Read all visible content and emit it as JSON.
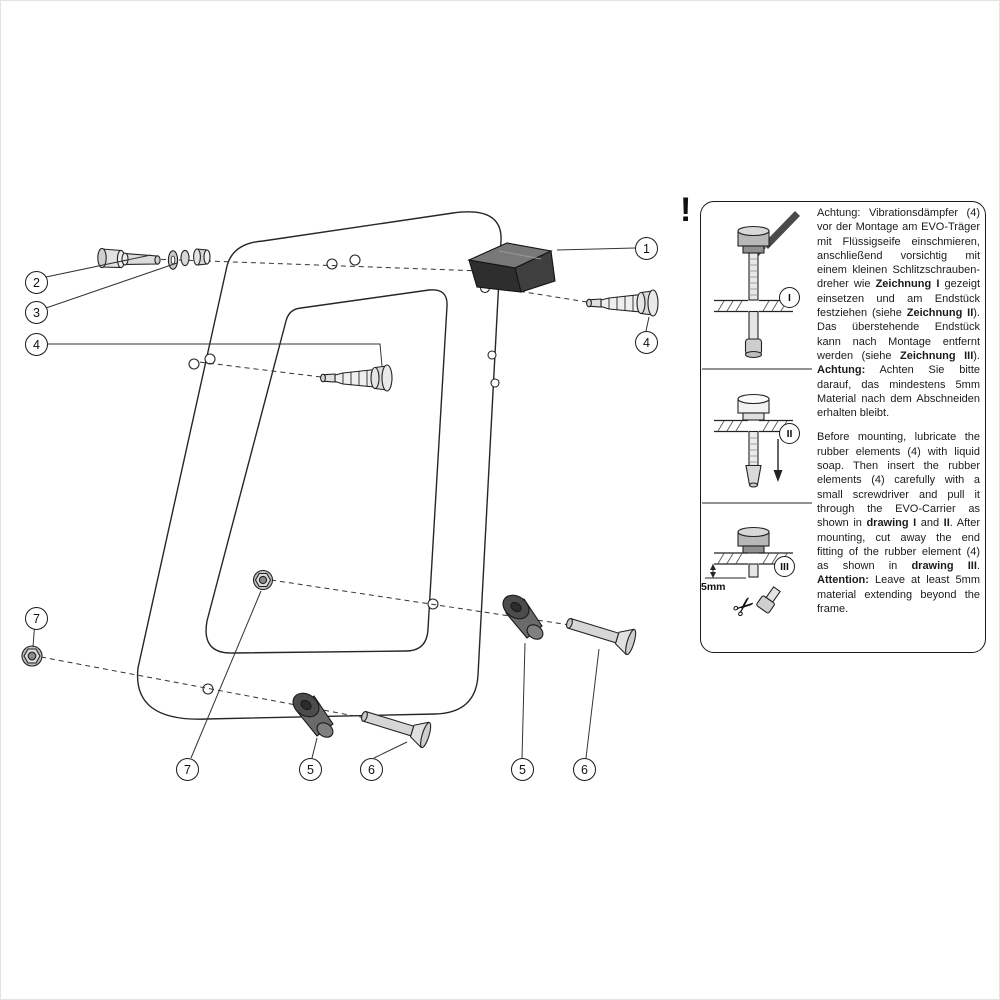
{
  "figure": {
    "callouts": [
      {
        "label": "1"
      },
      {
        "label": "2"
      },
      {
        "label": "3"
      },
      {
        "label": "4"
      },
      {
        "label": "4"
      },
      {
        "label": "7"
      },
      {
        "label": "7"
      },
      {
        "label": "5"
      },
      {
        "label": "6"
      },
      {
        "label": "5"
      },
      {
        "label": "6"
      }
    ]
  },
  "panel": {
    "warning_mark": "!",
    "drawing_labels": {
      "one": "I",
      "two": "II",
      "three": "III"
    },
    "dimension_label": "5mm",
    "scissors_icon": "✂",
    "german_segments": [
      {
        "t": "Achtung: Vibrationsdämpfer (4) vor der Montage am EVO-Träger mit Flüssigseife einschmieren, anschließend vorsichtig mit einem kleinen Schlitzschrauben-dreher wie ",
        "b": false
      },
      {
        "t": "Zeichnung I",
        "b": true
      },
      {
        "t": " gezeigt einsetzen und am Endstück festziehen (siehe ",
        "b": false
      },
      {
        "t": "Zeichnung II",
        "b": true
      },
      {
        "t": "). Das überstehende Endstück kann nach Montage entfernt werden (siehe ",
        "b": false
      },
      {
        "t": "Zeichnung III",
        "b": true
      },
      {
        "t": "). ",
        "b": false
      },
      {
        "t": "Achtung:",
        "b": true
      },
      {
        "t": " Achten Sie bitte darauf, das mindestens 5mm Material nach dem Abschneiden erhalten bleibt.",
        "b": false
      }
    ],
    "english_segments": [
      {
        "t": "Before mounting, lubricate the rubber elements (4) with liquid soap. Then insert the rubber elements (4) carefully with a small screwdriver and pull it through the EVO-Carrier as shown in ",
        "b": false
      },
      {
        "t": "drawing I",
        "b": true
      },
      {
        "t": " and ",
        "b": false
      },
      {
        "t": "II",
        "b": true
      },
      {
        "t": ". After mounting, cut away the end fitting of the rubber element (4) as shown in ",
        "b": false
      },
      {
        "t": "drawing III",
        "b": true
      },
      {
        "t": ". ",
        "b": false
      },
      {
        "t": "Attention:",
        "b": true
      },
      {
        "t": " Leave at least 5mm material extending beyond the frame.",
        "b": false
      }
    ]
  }
}
